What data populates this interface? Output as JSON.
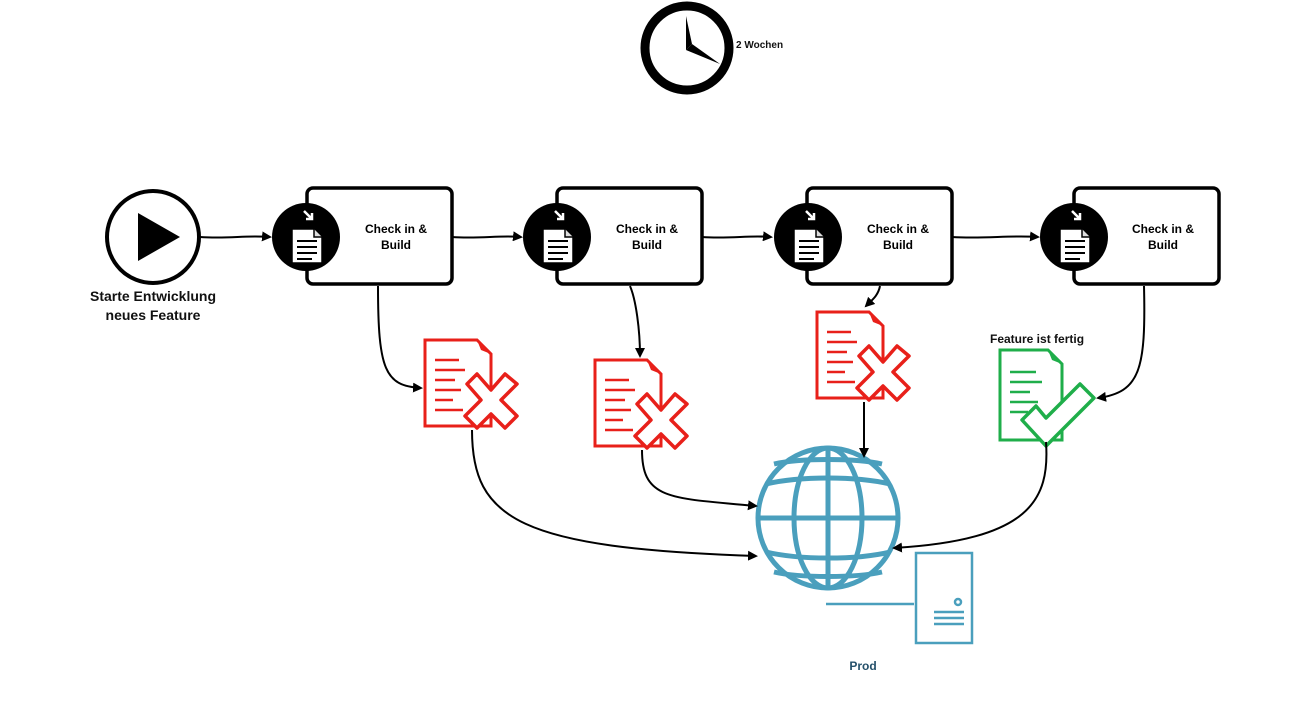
{
  "timer": {
    "label": "2 Wochen",
    "icon": "clock-icon"
  },
  "start": {
    "label": "Starte Entwicklung\nneues Feature",
    "icon": "play-icon"
  },
  "steps": [
    {
      "label": "Check in &\nBuild",
      "icon": "document-checkin-icon",
      "result": "failed"
    },
    {
      "label": "Check in &\nBuild",
      "icon": "document-checkin-icon",
      "result": "failed"
    },
    {
      "label": "Check in &\nBuild",
      "icon": "document-checkin-icon",
      "result": "failed"
    },
    {
      "label": "Check in &\nBuild",
      "icon": "document-checkin-icon",
      "result": "success"
    }
  ],
  "feature_done": {
    "label": "Feature ist fertig"
  },
  "prod": {
    "label": "Prod",
    "icons": [
      "globe-icon",
      "server-icon"
    ]
  },
  "colors": {
    "fail": "#e8201a",
    "success": "#1fae4a",
    "prod": "#4a9fbd",
    "ink": "#000000"
  }
}
